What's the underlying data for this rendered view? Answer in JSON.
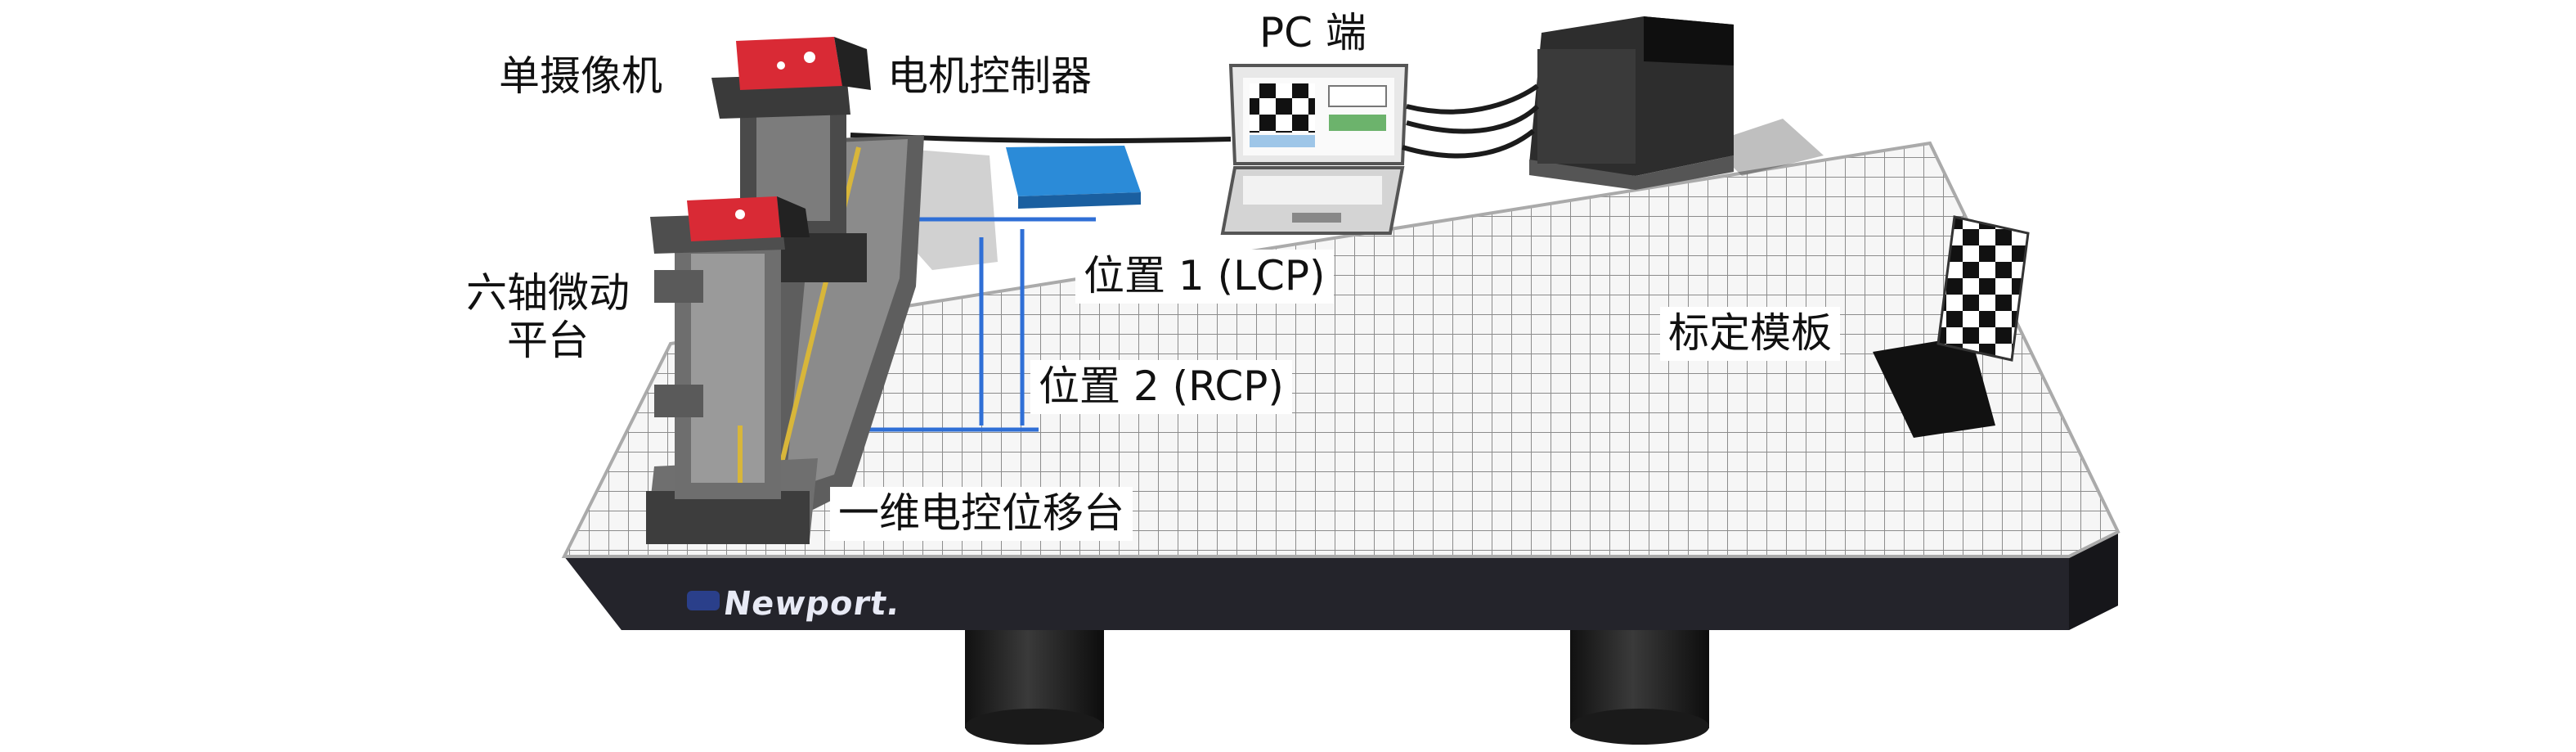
{
  "labels": {
    "single_camera": "单摄像机",
    "motor_controller": "电机控制器",
    "pc": "PC 端",
    "hexapod_line1": "六轴微动",
    "hexapod_line2": "平台",
    "position1": "位置 1 (LCP)",
    "position2": "位置 2 (RCP)",
    "calibration_board": "标定模板",
    "linear_stage": "一维电控位移台"
  },
  "brand": "Newport.",
  "colors": {
    "table_top": "#f4f4f4",
    "grid": "#8a8a8a",
    "table_side": "#1f1f24",
    "camera_red": "#d92a35",
    "blue_line": "#2f6fd6",
    "controller_blue": "#2b8bd8"
  }
}
